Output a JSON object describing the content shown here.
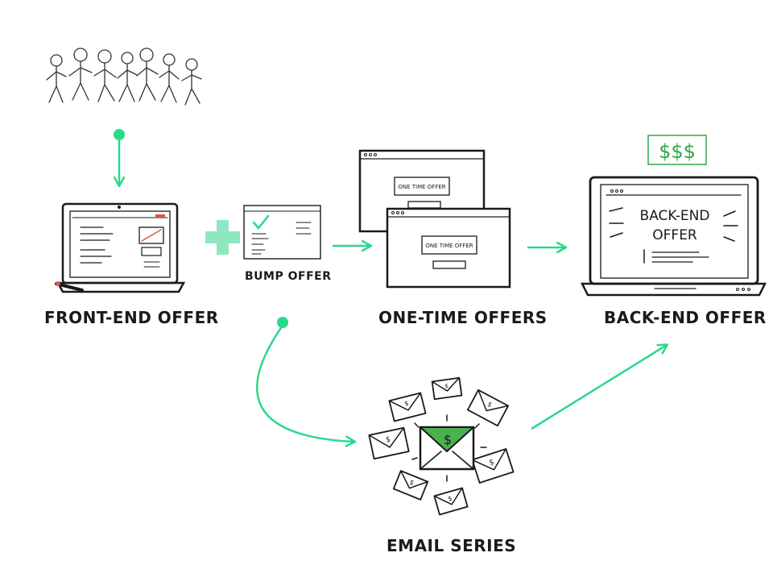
{
  "stages": {
    "front_end": "FRONT-END OFFER",
    "bump": "BUMP OFFER",
    "one_time": "ONE-TIME OFFERS",
    "back_end": "BACK-END OFFER",
    "email": "EMAIL SERIES"
  },
  "screens": {
    "oto_text": "ONE TIME OFFER",
    "back_end_line1": "BACK-END",
    "back_end_line2": "OFFER",
    "money_sign": "$$$",
    "envelope_sign": "$"
  },
  "colors": {
    "arrow": "#2bd98a",
    "plus": "#8ee8bf",
    "money": "#2da84a",
    "envelope_green": "#4caf50",
    "ink": "#1a1a1a",
    "red_accent": "#d9534f"
  }
}
